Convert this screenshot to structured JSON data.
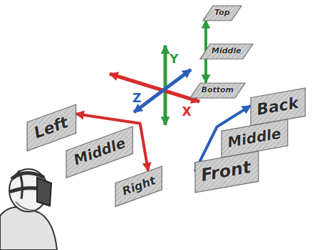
{
  "diagram": {
    "nodes": [
      {
        "text": [
          "Top"
        ]
      },
      {
        "text": [
          "Middle"
        ]
      },
      {
        "text": [
          "Bottom"
        ]
      },
      {
        "text": [
          "Left"
        ]
      },
      {
        "text": [
          "Middle"
        ]
      },
      {
        "text": [
          "Right"
        ]
      },
      {
        "text": [
          "Back"
        ]
      },
      {
        "text": [
          "Middle"
        ]
      },
      {
        "text": [
          "Front"
        ]
      }
    ],
    "edges": [
      {
        "from": 0,
        "to": 2,
        "arrow": "both"
      },
      {
        "from": 3,
        "to": 5,
        "arrow": "both"
      },
      {
        "from": 6,
        "to": 8,
        "arrow": "both"
      }
    ],
    "labels": [
      "Y",
      "X",
      "Z"
    ]
  }
}
